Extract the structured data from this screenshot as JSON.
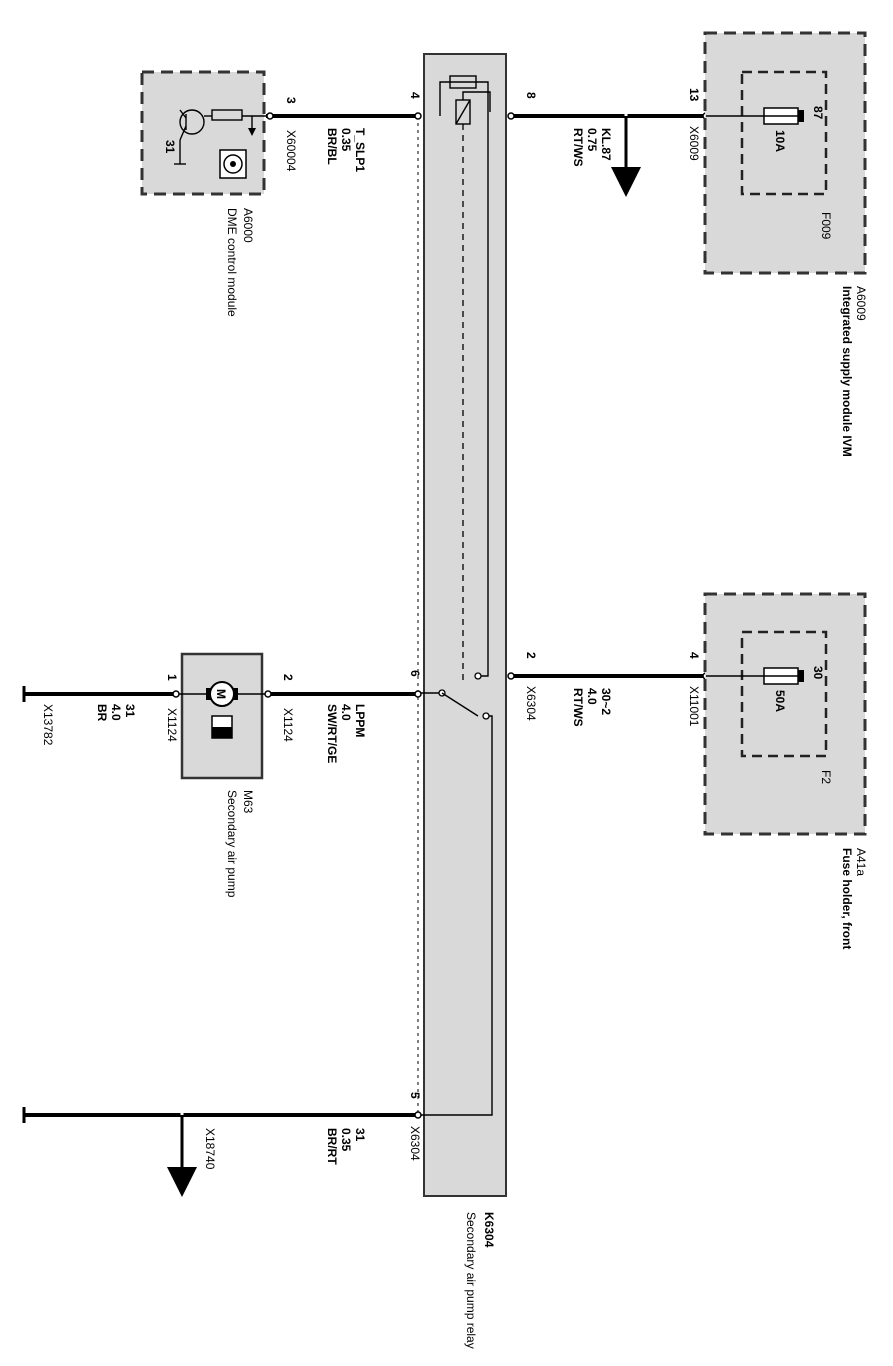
{
  "relay": {
    "id": "K6304",
    "name": "Secondary air pump relay"
  },
  "dme": {
    "id": "A6000",
    "name": "DME control module",
    "pin": "3",
    "connector": "X60004",
    "signal": "T_SLP1",
    "gauge": "0.35",
    "color": "BR/BL",
    "ground_label": "31"
  },
  "ism": {
    "id": "A6009",
    "name": "Integrated supply module IVM",
    "pin": "13",
    "connector": "X6009",
    "fuse_id": "F009",
    "fuse_terminal": "87",
    "fuse_rating": "10A"
  },
  "fuse_holder": {
    "id": "A41a",
    "name": "Fuse holder, front",
    "pin": "4",
    "connector": "X11001",
    "fuse_id": "F2",
    "fuse_terminal": "30",
    "fuse_rating": "50A"
  },
  "motor": {
    "id": "M63",
    "name": "Secondary air pump",
    "symbol": "M",
    "pin_top": "2",
    "connector_top": "X1124",
    "pin_bottom": "1",
    "connector_bottom": "X1124"
  },
  "wires": {
    "relay_pin4": "4",
    "relay_pin8": "8",
    "kl87": {
      "signal": "KL.87",
      "gauge": "0.75",
      "color": "RT/WS"
    },
    "relay_pin6": "6",
    "lppm": {
      "signal": "LPPM",
      "gauge": "4.0",
      "color": "SW/RT/GE"
    },
    "relay_pin2": "2",
    "relay_conn2": "X6304",
    "p30": {
      "signal": "30~2",
      "gauge": "4.0",
      "color": "RT/WS"
    },
    "ground1": {
      "signal": "31",
      "gauge": "4.0",
      "color": "BR",
      "connector": "X13782"
    },
    "relay_pin5": "5",
    "relay_conn5": "X6304",
    "ground2": {
      "signal": "31",
      "gauge": "0.35",
      "color": "BR/RT",
      "connector": "X18740"
    }
  }
}
